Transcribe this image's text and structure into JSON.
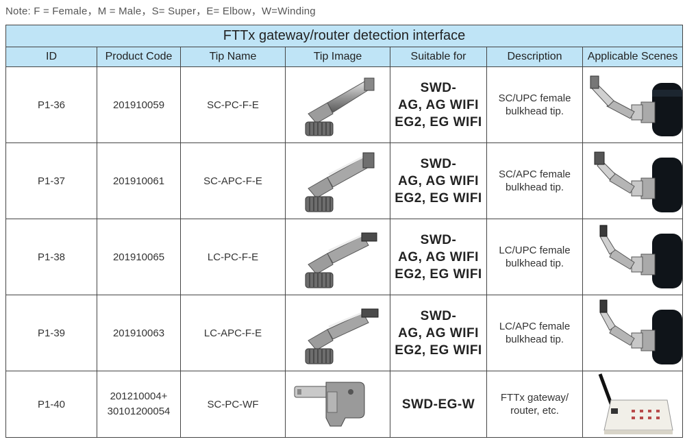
{
  "note": "Note:  F = Female，M = Male，S= Super，E= Elbow，W=Winding",
  "table": {
    "title": "FTTx gateway/router detection interface",
    "headers": {
      "id": "ID",
      "product_code": "Product Code",
      "tip_name": "Tip Name",
      "tip_image": "Tip Image",
      "suitable_for": "Suitable for",
      "description": "Description",
      "scenes": "Applicable  Scenes"
    },
    "rows": [
      {
        "id": "P1-36",
        "product_code_1": "201910059",
        "product_code_2": "",
        "tip_name": "SC-PC-F-E",
        "suitable_1": "SWD-",
        "suitable_2": "AG, AG WIFI",
        "suitable_3": "EG2, EG WIFI",
        "desc_1": "SC/UPC female",
        "desc_2": "bulkhead tip.",
        "tip_image_icon": "elbow-sc-tip-image",
        "scene_icon": "elbow-tip-scene-image"
      },
      {
        "id": "P1-37",
        "product_code_1": "201910061",
        "product_code_2": "",
        "tip_name": "SC-APC-F-E",
        "suitable_1": "SWD-",
        "suitable_2": "AG, AG WIFI",
        "suitable_3": "EG2, EG WIFI",
        "desc_1": "SC/APC female",
        "desc_2": "bulkhead tip.",
        "tip_image_icon": "elbow-sc-tip-image",
        "scene_icon": "elbow-tip-scene-image"
      },
      {
        "id": "P1-38",
        "product_code_1": "201910065",
        "product_code_2": "",
        "tip_name": "LC-PC-F-E",
        "suitable_1": "SWD-",
        "suitable_2": "AG, AG WIFI",
        "suitable_3": "EG2, EG WIFI",
        "desc_1": "LC/UPC female",
        "desc_2": "bulkhead tip.",
        "tip_image_icon": "elbow-lc-tip-image",
        "scene_icon": "elbow-tip-scene-image"
      },
      {
        "id": "P1-39",
        "product_code_1": "201910063",
        "product_code_2": "",
        "tip_name": "LC-APC-F-E",
        "suitable_1": "SWD-",
        "suitable_2": "AG, AG WIFI",
        "suitable_3": "EG2, EG WIFI",
        "desc_1": "LC/APC female",
        "desc_2": "bulkhead tip.",
        "tip_image_icon": "elbow-lc-tip-image",
        "scene_icon": "elbow-tip-scene-image"
      },
      {
        "id": "P1-40",
        "product_code_1": "201210004+",
        "product_code_2": "30101200054",
        "tip_name": "SC-PC-WF",
        "suitable_1": "SWD-EG-W",
        "suitable_2": "",
        "suitable_3": "",
        "desc_1": "FTTx gateway/",
        "desc_2": "router, etc.",
        "tip_image_icon": "winding-tip-image",
        "scene_icon": "router-port-scene-image"
      }
    ]
  },
  "colors": {
    "header_bg": "#bfe4f6",
    "border": "#444444"
  }
}
